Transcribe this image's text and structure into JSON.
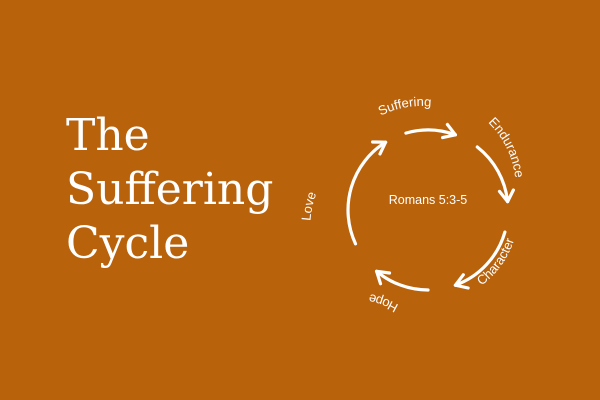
{
  "colors": {
    "background": "#b9620c",
    "foreground": "#ffffff"
  },
  "title": {
    "lines": [
      "The",
      "Suffering",
      "Cycle"
    ]
  },
  "cycle": {
    "center_reference": "Romans 5:3-5",
    "steps": [
      {
        "label": "Suffering"
      },
      {
        "label": "Endurance"
      },
      {
        "label": "Character"
      },
      {
        "label": "Hope"
      },
      {
        "label": "Love"
      }
    ]
  }
}
